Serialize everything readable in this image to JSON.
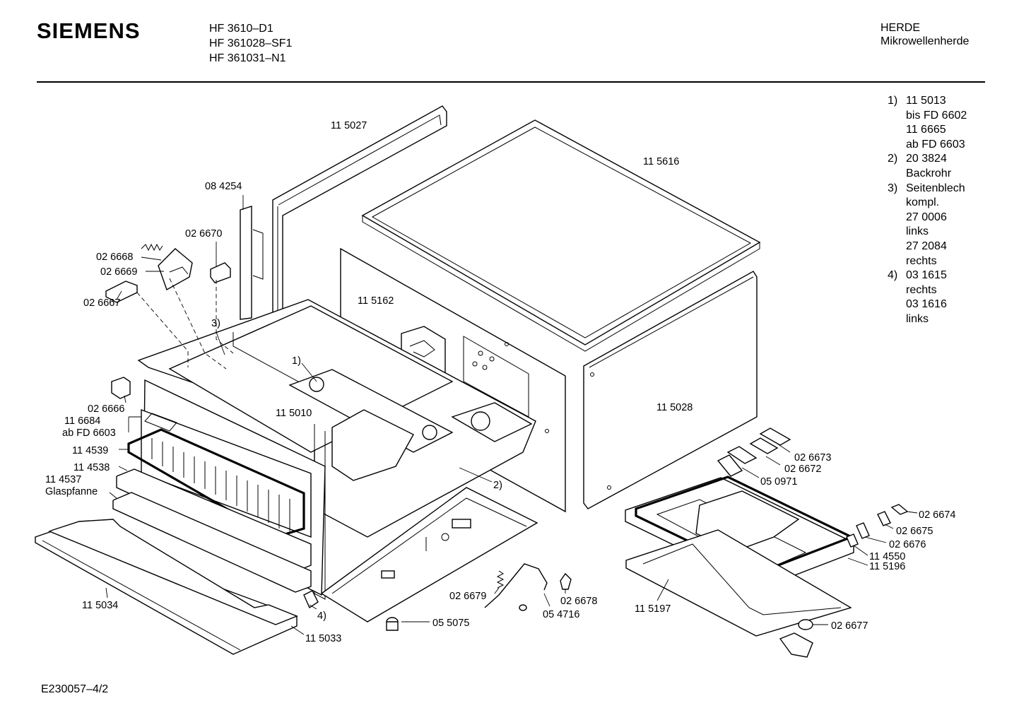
{
  "header": {
    "brand": "SIEMENS",
    "models": [
      "HF 3610–D1",
      "HF 361028–SF1",
      "HF 361031–N1"
    ],
    "category": "HERDE",
    "subcategory": "Mikrowellenherde"
  },
  "notes": [
    {
      "num": "1)",
      "lines": [
        "11 5013",
        "bis FD 6602",
        "11 6665",
        "ab FD 6603"
      ]
    },
    {
      "num": "2)",
      "lines": [
        "20 3824",
        "Backrohr"
      ]
    },
    {
      "num": "3)",
      "lines": [
        "Seitenblech",
        "kompl.",
        "27 0006",
        "links",
        "27 2084",
        "rechts"
      ]
    },
    {
      "num": "4)",
      "lines": [
        "03 1615",
        "rechts",
        "03 1616",
        "links"
      ]
    }
  ],
  "callouts": {
    "p115027": "11 5027",
    "p115616": "11 5616",
    "p084254": "08 4254",
    "p026670": "02 6670",
    "p026668": "02 6668",
    "p026669": "02 6669",
    "p026667": "02 6667",
    "p115162": "11 5162",
    "ref3": "3)",
    "ref1": "1)",
    "p026666": "02 6666",
    "p116684": "11 6684",
    "abfd6603": "ab FD 6603",
    "p115010": "11 5010",
    "p115028": "11 5028",
    "p114539": "11 4539",
    "p114538": "11 4538",
    "p114537": "11 4537",
    "glaspfanne": "Glaspfanne",
    "ref2": "2)",
    "p026673": "02 6673",
    "p026672": "02 6672",
    "p050971": "05 0971",
    "p026674": "02 6674",
    "p026675": "02 6675",
    "p026676": "02 6676",
    "p114550": "11 4550",
    "p115196": "11 5196",
    "p115034": "11 5034",
    "p026679": "02 6679",
    "p026678": "02 6678",
    "p054716": "05 4716",
    "p115197": "11 5197",
    "ref4": "4)",
    "p055075": "05 5075",
    "p115033": "11 5033",
    "p026677": "02 6677"
  },
  "footer": {
    "code": "E230057–4/2"
  }
}
